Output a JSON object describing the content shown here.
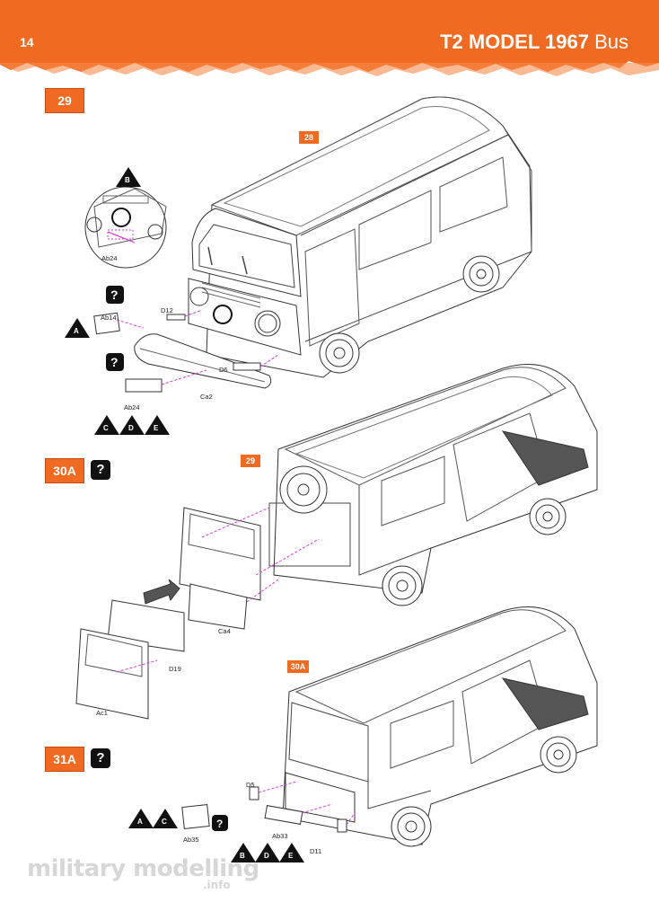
{
  "header": {
    "page_number": "14",
    "title_bold": "T2 MODEL 1967",
    "title_regular": "Bus",
    "accent_color": "#f06a22"
  },
  "steps": [
    {
      "label": "29",
      "ref": "28",
      "help_icon": "question-icon"
    },
    {
      "label": "30A",
      "ref": "29",
      "help_icon": "question-icon"
    },
    {
      "label": "31A",
      "ref": "30A",
      "help_icon": "question-icon"
    }
  ],
  "step29": {
    "parts": [
      "Ab24",
      "D12",
      "Ab14",
      "D6",
      "Ab24",
      "Ca2"
    ],
    "markers": [
      "B",
      "A",
      "C",
      "D",
      "E"
    ]
  },
  "step30": {
    "parts": [
      "Ca4",
      "D19",
      "Ac1"
    ]
  },
  "step31": {
    "parts": [
      "D5",
      "Ab33",
      "D11",
      "Ab35"
    ],
    "markers_top": [
      "A",
      "C"
    ],
    "markers_bottom": [
      "B",
      "D",
      "E"
    ]
  },
  "watermark": {
    "main": "military modelling",
    "sub": ".info"
  }
}
